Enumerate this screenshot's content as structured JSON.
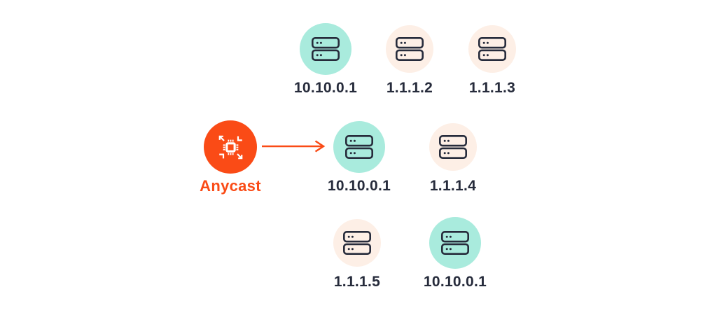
{
  "colors": {
    "accent-orange": "#FA4B16",
    "anycast-server-fill": "#A9EBDD",
    "unicast-server-fill": "#FDEFE6",
    "ip-label-text": "#262B3B",
    "icon-stroke": "#262B3B",
    "background": "#FFFFFF"
  },
  "anycast_source": {
    "label": "Anycast",
    "icon": "anycast-broadcast-icon"
  },
  "arrow": {
    "from": "Anycast",
    "to": "10.10.0.1",
    "direction": "right"
  },
  "servers": [
    {
      "ip": "10.10.0.1",
      "anycast_member": true
    },
    {
      "ip": "1.1.1.2",
      "anycast_member": false
    },
    {
      "ip": "1.1.1.3",
      "anycast_member": false
    },
    {
      "ip": "10.10.0.1",
      "anycast_member": true
    },
    {
      "ip": "1.1.1.4",
      "anycast_member": false
    },
    {
      "ip": "1.1.1.5",
      "anycast_member": false
    },
    {
      "ip": "10.10.0.1",
      "anycast_member": true
    }
  ]
}
